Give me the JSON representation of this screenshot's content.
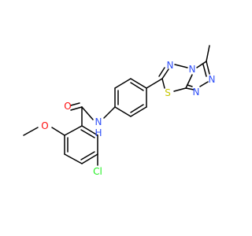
{
  "molecule": {
    "colors": {
      "bond": "#000000",
      "oxygen": "#ff0d0d",
      "nitrogen": "#3050f8",
      "sulfur": "#c6c600",
      "chlorine": "#1ff01f",
      "carbon_text": "#000000",
      "background": "#ffffff"
    },
    "labels": {
      "o_carbonyl": "O",
      "o_methoxy": "O",
      "nh": "N",
      "nh_h": "H",
      "n_thiadiazole": "N",
      "n_bridge": "N",
      "n_triazole_1": "N",
      "n_triazole_2": "N",
      "s": "S",
      "cl": "Cl"
    }
  }
}
